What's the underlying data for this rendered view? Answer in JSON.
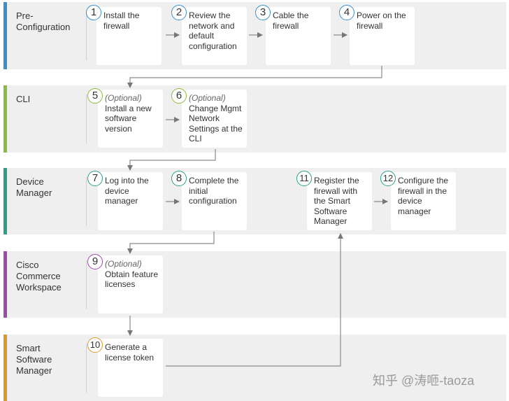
{
  "colors": {
    "pre": "#3a8fc9",
    "cli": "#8bbb3c",
    "device": "#2aa08a",
    "ccw": "#9a4ca6",
    "smart": "#d89a2a"
  },
  "lanes": [
    {
      "title": "Pre-\nConfiguration"
    },
    {
      "title": "CLI"
    },
    {
      "title": "Device\nManager"
    },
    {
      "title": "Cisco\nCommerce\nWorkspace"
    },
    {
      "title": "Smart\nSoftware\nManager"
    }
  ],
  "steps": [
    {
      "num": "1",
      "optional": "",
      "text": "Install the firewall"
    },
    {
      "num": "2",
      "optional": "",
      "text": "Review the network and default configuration"
    },
    {
      "num": "3",
      "optional": "",
      "text": "Cable the firewall"
    },
    {
      "num": "4",
      "optional": "",
      "text": "Power on the firewall"
    },
    {
      "num": "5",
      "optional": "(Optional)",
      "text": "Install a new software version"
    },
    {
      "num": "6",
      "optional": "(Optional)",
      "text": "Change Mgmt Network Settings at the CLI"
    },
    {
      "num": "7",
      "optional": "",
      "text": "Log into the device manager"
    },
    {
      "num": "8",
      "optional": "",
      "text": "Complete the initial configuration"
    },
    {
      "num": "9",
      "optional": "(Optional)",
      "text": "Obtain feature licenses"
    },
    {
      "num": "10",
      "optional": "",
      "text": "Generate a license token"
    },
    {
      "num": "11",
      "optional": "",
      "text": "Register the firewall with the Smart Software Manager"
    },
    {
      "num": "12",
      "optional": "",
      "text": "Configure the firewall in the device manager"
    }
  ],
  "watermark": {
    "site": "知乎",
    "handle": "@涛咂-taoza"
  }
}
